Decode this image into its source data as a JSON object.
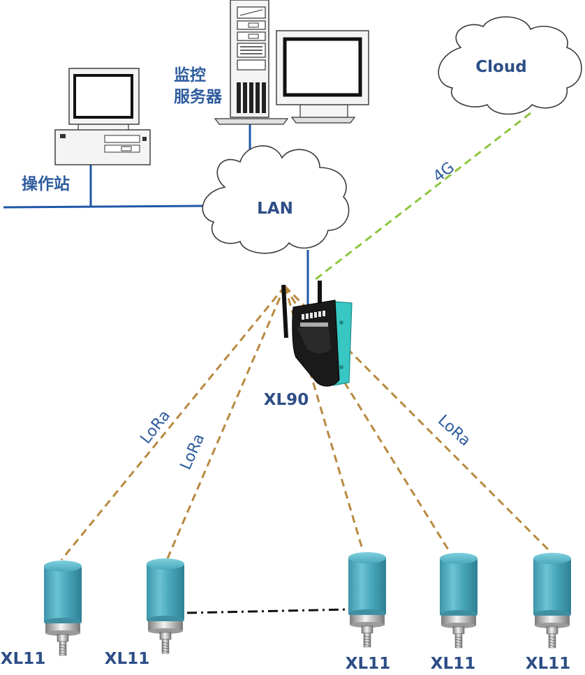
{
  "labels": {
    "monitor_server_line1": "监控",
    "monitor_server_line2": "服务器",
    "operator_station": "操作站",
    "lan": "LAN",
    "cloud": "Cloud",
    "gateway": "XL90",
    "link_4g": "4G",
    "lora_left_1": "LoRa",
    "lora_left_2": "LoRa",
    "lora_right": "LoRa",
    "sensors": [
      "XL11",
      "XL11",
      "XL11",
      "XL11",
      "XL11"
    ]
  },
  "colors": {
    "label_text": "#2e5c9e",
    "lan_line": "#1f57a8",
    "link_4g": "#8cc63f",
    "lora_link": "#b8893f",
    "sensor_body": "#49a9bf",
    "gateway_body": "#1a1a1a",
    "gateway_accent": "#38c7c2"
  }
}
